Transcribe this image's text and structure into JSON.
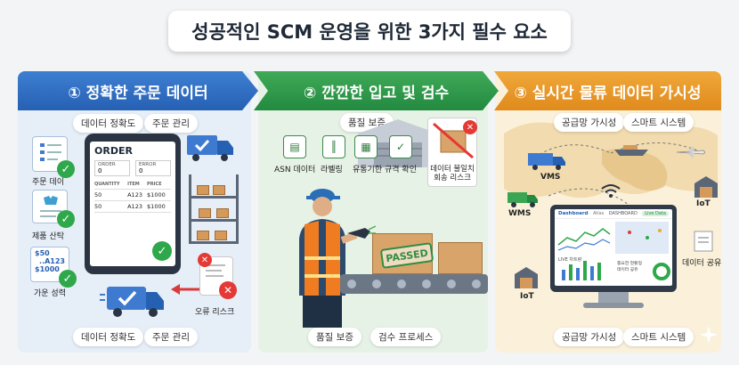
{
  "title": "성공적인 SCM 운영을 위한 3가지 필수 요소",
  "panel1": {
    "heading": "① 정확한 주문 데이터",
    "top_tags": [
      "데이터 정확도",
      "주문 관리"
    ],
    "side_items": [
      "주문 데이",
      "제품 산탁",
      "가운 성력"
    ],
    "price_card": [
      "$50",
      "..A123",
      "$1000"
    ],
    "order": {
      "title": "ORDER",
      "field1": "ORDER",
      "field1_value": "0",
      "field2": "ERROR",
      "field2_value": "0",
      "headers": [
        "QUANTITY",
        "ITEM",
        "PRICE"
      ],
      "rows": [
        [
          "50",
          "A123",
          "$1000"
        ],
        [
          "50",
          "A123",
          "$1000"
        ]
      ]
    },
    "error_label": "오류 리스크",
    "bottom_tags": [
      "데이터 정확도",
      "주문 관리"
    ]
  },
  "panel2": {
    "heading": "② 깐깐한 입고 및 검수",
    "top_tag": "품질 보증",
    "icons": [
      "ASN 데이터",
      "라벨링",
      "유통기한",
      "규격 확인"
    ],
    "risk_label": "데이터 불일치\n회송 리스크",
    "stamp": "PASSED",
    "bottom_tags": [
      "품질 보증",
      "검수 프로세스"
    ]
  },
  "panel3": {
    "heading": "③ 실시간 물류 데이터 가시성",
    "top_tags": [
      "공급망 가시성",
      "스마트 시스템"
    ],
    "map_labels": [
      "VMS",
      "WMS",
      "IoT",
      "IoT",
      "데이터 공유"
    ],
    "dashboard": {
      "title": "Dashboard",
      "brand": "Atlas",
      "tab": "DASHBOARD",
      "badge": "Live Data",
      "chart_label": "LIVE 차트량",
      "legend": [
        "중요한 현황정",
        "데이터 공유"
      ]
    },
    "bottom_tags": [
      "공급망 가시성",
      "스마트 시스템"
    ]
  },
  "colors": {
    "blue": "#2660b3",
    "green": "#238a40",
    "orange": "#e08a1c"
  }
}
